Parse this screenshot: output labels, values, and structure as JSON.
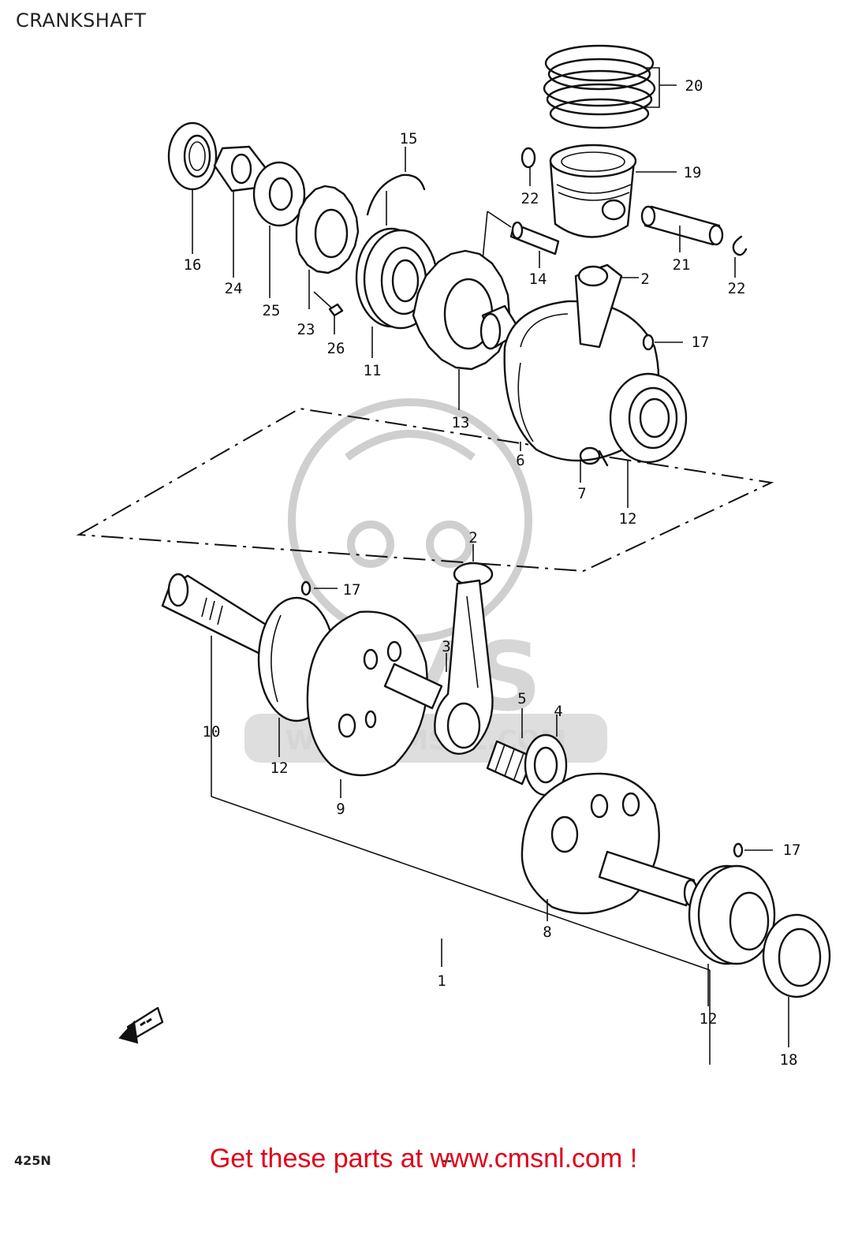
{
  "title": "CRANKSHAFT",
  "footer_text": "Get these parts at www.cmsnl.com !",
  "diagram_code": "425N",
  "page_mark": "--",
  "watermark": {
    "text": "CMS",
    "url_text": "WWW.CMSNL.COM"
  },
  "callouts": {
    "c1": "1",
    "c2a": "2",
    "c2b": "2",
    "c3": "3",
    "c4": "4",
    "c5": "5",
    "c6": "6",
    "c7": "7",
    "c8": "8",
    "c9": "9",
    "c10": "10",
    "c11": "11",
    "c12a": "12",
    "c12b": "12",
    "c12c": "12",
    "c13": "13",
    "c14": "14",
    "c15": "15",
    "c16": "16",
    "c17a": "17",
    "c17b": "17",
    "c17c": "17",
    "c18": "18",
    "c19": "19",
    "c20": "20",
    "c21": "21",
    "c22a": "22",
    "c22b": "22",
    "c23": "23",
    "c24": "24",
    "c25": "25",
    "c26": "26"
  }
}
